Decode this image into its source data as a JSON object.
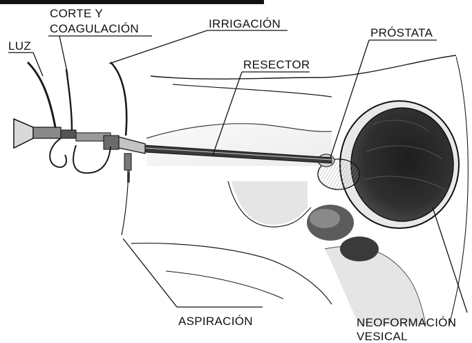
{
  "labels": {
    "luz": "LUZ",
    "corte_line1": "CORTE Y",
    "corte_line2": "COAGULACIÓN",
    "irrigacion": "IRRIGACIÓN",
    "prostata": "PRÓSTATA",
    "resector": "RESECTOR",
    "aspiracion": "ASPIRACIÓN",
    "neoformacion_line1": "NEOFORMACIÓN",
    "neoformacion_line2": "VESICAL"
  },
  "colors": {
    "ink": "#111111",
    "bladder_dark": "#2b2b2b",
    "shading": "#bdbdbd"
  }
}
